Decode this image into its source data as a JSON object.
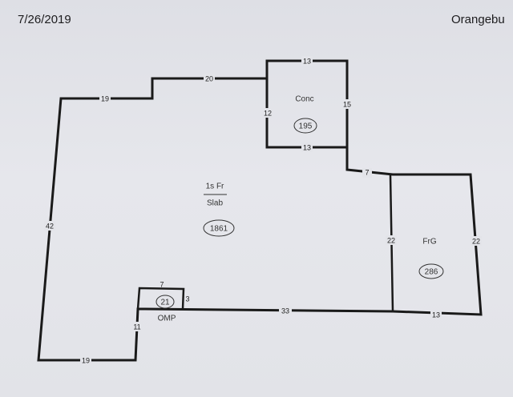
{
  "header": {
    "date": "7/26/2019",
    "location": "Orangebu"
  },
  "sketch": {
    "dimensions": {
      "top_left": "19",
      "top_mid": "20",
      "left": "42",
      "bottom_left": "19",
      "step": "11",
      "bottom_mid": "33",
      "bottom_right": "13",
      "right": "22",
      "garage_left": "22",
      "garage_top": "7",
      "conc_top": "13",
      "conc_left": "12",
      "conc_right": "15",
      "conc_bottom": "13",
      "porch_top": "7",
      "porch_right": "3"
    },
    "rooms": {
      "main_label": "1s Fr",
      "main_sub": "Slab",
      "main_area": "1861",
      "conc_label": "Conc",
      "conc_area": "195",
      "garage_label": "FrG",
      "garage_area": "286",
      "porch_area": "21",
      "porch_label": "OMP"
    }
  }
}
